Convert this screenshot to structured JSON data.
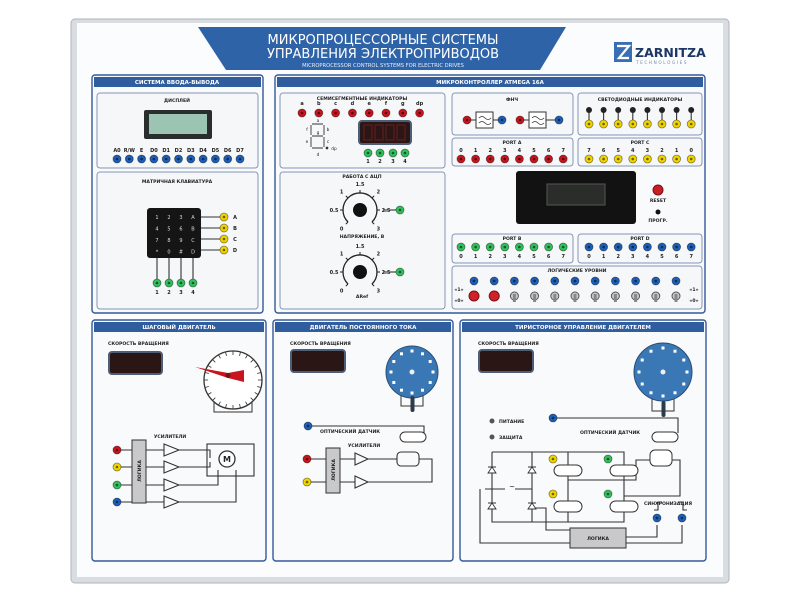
{
  "header": {
    "title_line1": "МИКРОПРОЦЕССОРНЫЕ СИСТЕМЫ",
    "title_line2": "УПРАВЛЕНИЯ ЭЛЕКТРОПРИВОДОВ",
    "subtitle": "MICROPROCESSOR CONTROL SYSTEMS FOR ELECTRIC DRIVES"
  },
  "logo": {
    "name": "ZARNITZA",
    "tagline": "TECHNOLOGIES"
  },
  "colors": {
    "brand_blue": "#2f5d9e",
    "jack_red": "#c8141e",
    "jack_blue": "#1c5fb8",
    "jack_yellow": "#f0d400",
    "jack_green": "#2fc05c"
  },
  "io": {
    "title": "СИСТЕМА ВВОДА-ВЫВОДА",
    "display": {
      "title": "ДИСПЛЕЙ",
      "pins": [
        "A0",
        "R/W",
        "E",
        "D0",
        "D1",
        "D2",
        "D3",
        "D4",
        "D5",
        "D6",
        "D7"
      ]
    },
    "keypad": {
      "title": "МАТРИЧНАЯ КЛАВИАТУРА",
      "keys": [
        "1",
        "2",
        "3",
        "A",
        "4",
        "5",
        "6",
        "B",
        "7",
        "8",
        "9",
        "C",
        "*",
        "0",
        "#",
        "D"
      ],
      "rows": [
        "A",
        "B",
        "C",
        "D"
      ],
      "cols": [
        "1",
        "2",
        "3",
        "4"
      ]
    }
  },
  "mcu": {
    "title": "МИКРОКОНТРОЛЛЕР ATMEGA 16A",
    "seven_seg": {
      "title": "СЕМИСЕГМЕНТНЫЕ ИНДИКАТОРЫ",
      "segments": [
        "a",
        "b",
        "c",
        "d",
        "e",
        "f",
        "g",
        "dp"
      ],
      "digits": [
        "1",
        "2",
        "3",
        "4"
      ]
    },
    "adc": {
      "title": "РАБОТА С АЦП",
      "scale": [
        "0",
        "0.5",
        "1",
        "1.5",
        "2",
        "2.5",
        "3"
      ],
      "voltage_label": "НАПРЯЖЕНИЕ, В",
      "aref_label": "ARef"
    },
    "lpf": {
      "title": "ФНЧ"
    },
    "leds": {
      "title": "СВЕТОДИОДНЫЕ ИНДИКАТОРЫ"
    },
    "port_a": {
      "title": "PORT A",
      "pins": [
        "0",
        "1",
        "2",
        "3",
        "4",
        "5",
        "6",
        "7"
      ]
    },
    "port_c": {
      "title": "PORT C",
      "pins": [
        "7",
        "6",
        "5",
        "4",
        "3",
        "2",
        "1",
        "0"
      ]
    },
    "port_b": {
      "title": "PORT B",
      "pins": [
        "0",
        "1",
        "2",
        "3",
        "4",
        "5",
        "6",
        "7"
      ]
    },
    "port_d": {
      "title": "PORT D",
      "pins": [
        "0",
        "1",
        "2",
        "3",
        "4",
        "5",
        "6",
        "7"
      ]
    },
    "reset_label": "RESET",
    "prog_label": "ПРОГР.",
    "logic": {
      "title": "ЛОГИЧЕСКИЕ УРОВНИ",
      "high": "«1»",
      "low": "«0»"
    }
  },
  "stepper": {
    "title": "ШАГОВЫЙ ДВИГАТЕЛЬ",
    "speed_label": "СКОРОСТЬ ВРАЩЕНИЯ",
    "amps_label": "УСИЛИТЕЛИ",
    "logic_label": "ЛОГИКА",
    "motor": "M"
  },
  "dc": {
    "title": "ДВИГАТЕЛЬ ПОСТОЯННОГО ТОКА",
    "speed_label": "СКОРОСТЬ ВРАЩЕНИЯ",
    "sensor_label": "ОПТИЧЕСКИЙ ДАТЧИК",
    "amps_label": "УСИЛИТЕЛИ",
    "logic_label": "ЛОГИКА"
  },
  "thyristor": {
    "title": "ТИРИСТОРНОЕ УПРАВЛЕНИЕ ДВИГАТЕЛЕМ",
    "speed_label": "СКОРОСТЬ ВРАЩЕНИЯ",
    "power_label": "ПИТАНИЕ",
    "protection_label": "ЗАЩИТА",
    "sensor_label": "ОПТИЧЕСКИЙ ДАТЧИК",
    "sync_label": "СИНХРОНИЗАЦИЯ",
    "logic_label": "ЛОГИКА",
    "ac_symbol": "~"
  }
}
